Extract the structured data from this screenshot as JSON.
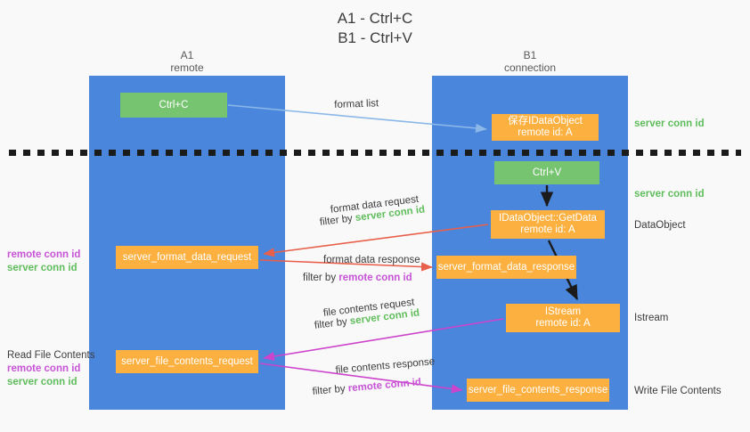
{
  "title": "A1 - Ctrl+C\nB1 - Ctrl+V",
  "columns": {
    "left": {
      "header": "A1\nremote",
      "color": "#4a86db"
    },
    "right": {
      "header": "B1\nconnection",
      "color": "#4a86db"
    }
  },
  "nodes": {
    "ctrl_c": {
      "label": "Ctrl+C",
      "color": "#77c470"
    },
    "idataobject": {
      "label": "保存IDataObject\nremote id: A",
      "color": "#fbb040"
    },
    "ctrl_v": {
      "label": "Ctrl+V",
      "color": "#77c470"
    },
    "getdata": {
      "label": "IDataObject::GetData\nremote id: A",
      "color": "#fbb040"
    },
    "format_data_request": {
      "label": "server_format_data_request",
      "color": "#fbb040"
    },
    "format_data_response": {
      "label": "server_format_data_response",
      "color": "#fbb040"
    },
    "istream": {
      "label": "IStream\nremote id: A",
      "color": "#fbb040"
    },
    "file_contents_request": {
      "label": "server_file_contents_request",
      "color": "#fbb040"
    },
    "file_contents_response": {
      "label": "server_file_contents_response",
      "color": "#fbb040"
    }
  },
  "side_labels": {
    "server_conn_id_top": "server conn id",
    "server_conn_id_middle": "server conn id",
    "dataobject": "DataObject",
    "istream": "Istream",
    "write_file_contents": "Write File Contents"
  },
  "left_labels": {
    "group1": {
      "line1": "remote conn id",
      "line2": "server conn id"
    },
    "group2": {
      "line0": "Read File Contents",
      "line1": "remote conn id",
      "line2": "server conn id"
    }
  },
  "edges": {
    "format_list": {
      "text": "format list"
    },
    "format_data_request": {
      "line1": "format data request",
      "line2_prefix": "filter by ",
      "line2_key": "server conn id"
    },
    "format_data_response": {
      "line1": "format data response",
      "line2_prefix": "filter by ",
      "line2_key": "remote conn id"
    },
    "file_contents_request": {
      "line1": "file contents request",
      "line2_prefix": "filter by ",
      "line2_key": "server conn id"
    },
    "file_contents_response": {
      "line1": "file contents response",
      "line2_prefix": "filter by ",
      "line2_key": "remote conn id"
    }
  },
  "colors": {
    "column_blue": "#4a86db",
    "node_green": "#77c470",
    "node_orange": "#fbb040",
    "arrow_red": "#e8604c",
    "arrow_magenta": "#cc44cc",
    "arrow_blue": "#8bb8e8",
    "arrow_black": "#1b1b1b",
    "text_green": "#60bd5c",
    "text_purple": "#c753d6",
    "background": "#f9f9f9"
  }
}
